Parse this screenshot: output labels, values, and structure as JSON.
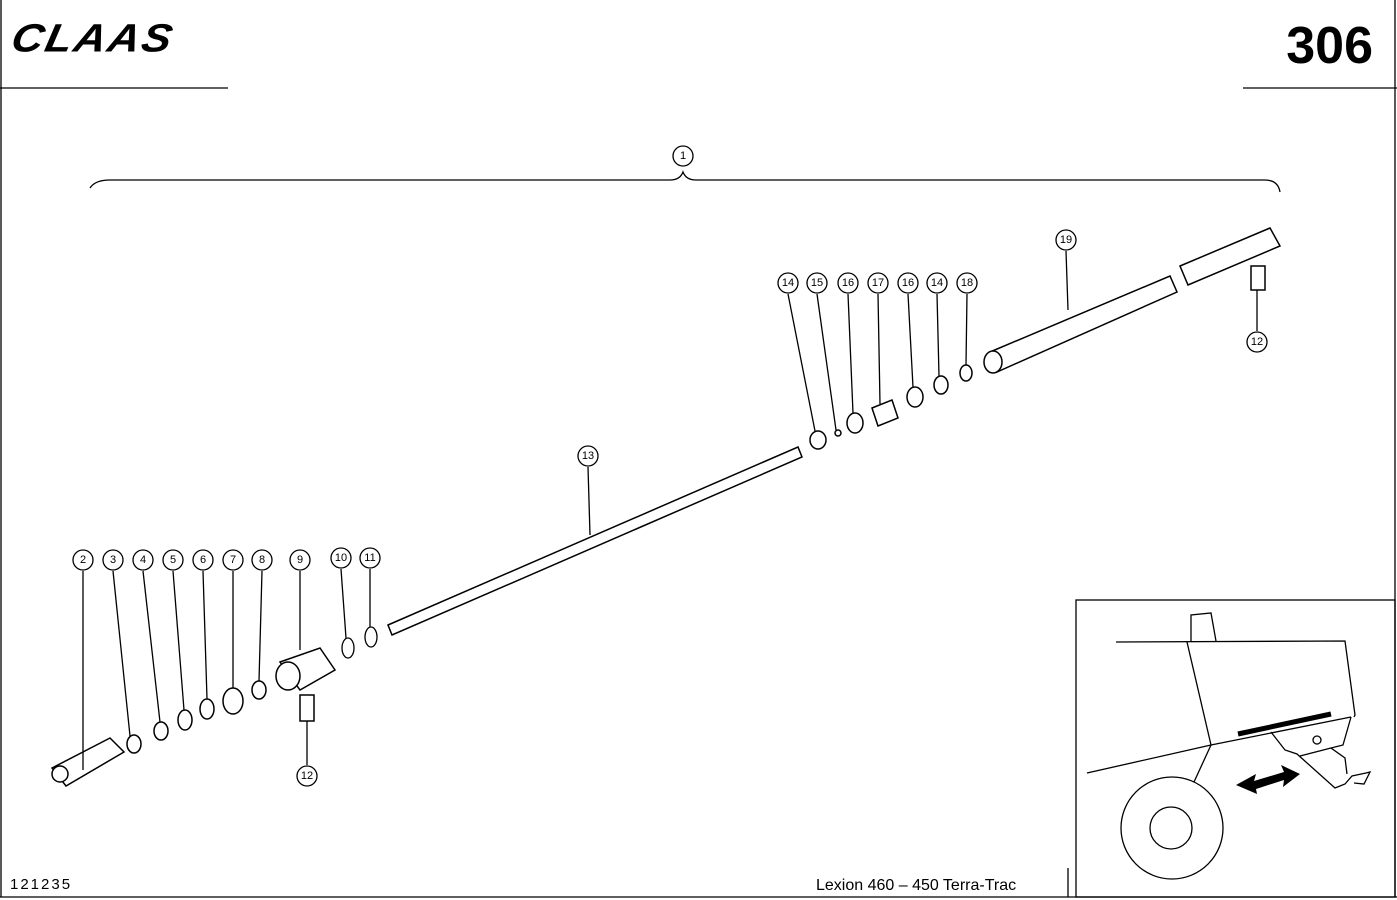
{
  "header": {
    "brand": "CLAAS",
    "page_number": "306"
  },
  "footer": {
    "drawing_number": "121235",
    "model": "Lexion 460 – 450 Terra-Trac"
  },
  "callouts": [
    "1",
    "2",
    "3",
    "4",
    "5",
    "6",
    "7",
    "8",
    "9",
    "10",
    "11",
    "12",
    "13",
    "14",
    "15",
    "16",
    "17",
    "16",
    "14",
    "18",
    "19",
    "12"
  ]
}
